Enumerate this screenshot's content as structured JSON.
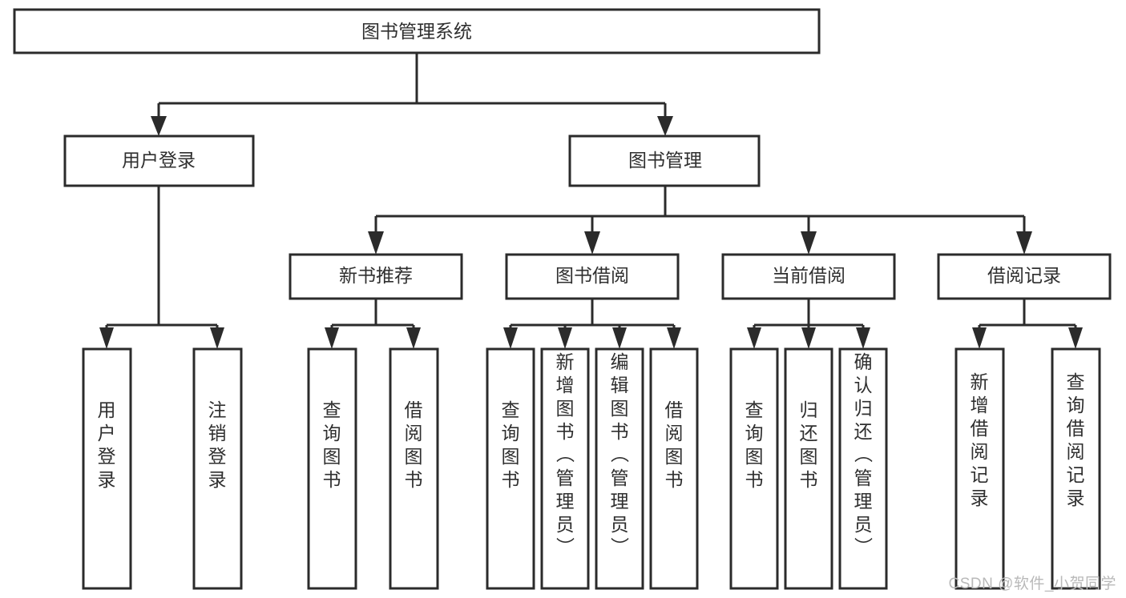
{
  "diagram": {
    "type": "tree",
    "title": "图书管理系统",
    "watermark": "CSDN @软件_小贺同学",
    "colors": {
      "background": "#ffffff",
      "box_stroke": "#2b2b2b",
      "box_fill": "#ffffff",
      "text": "#2f2f2f",
      "connector": "#2b2b2b",
      "watermark": "#b9b9b9"
    },
    "levels": {
      "root": {
        "label": "图书管理系统"
      },
      "tier2": [
        {
          "label": "用户登录"
        },
        {
          "label": "图书管理"
        }
      ],
      "tier3": [
        {
          "label": "新书推荐"
        },
        {
          "label": "图书借阅"
        },
        {
          "label": "当前借阅"
        },
        {
          "label": "借阅记录"
        }
      ],
      "leaves": {
        "user_login": [
          {
            "label": "用户登录"
          },
          {
            "label": "注销登录"
          }
        ],
        "new_book_recommend": [
          {
            "label": "查询图书"
          },
          {
            "label": "借阅图书"
          }
        ],
        "book_borrow": [
          {
            "label": "查询图书"
          },
          {
            "label": "新增图书（管理员）"
          },
          {
            "label": "编辑图书（管理员）"
          },
          {
            "label": "借阅图书"
          }
        ],
        "current_borrow": [
          {
            "label": "查询图书"
          },
          {
            "label": "归还图书"
          },
          {
            "label": "确认归还（管理员）"
          }
        ],
        "borrow_record": [
          {
            "label": "新增借阅记录"
          },
          {
            "label": "查询借阅记录"
          }
        ]
      }
    }
  }
}
